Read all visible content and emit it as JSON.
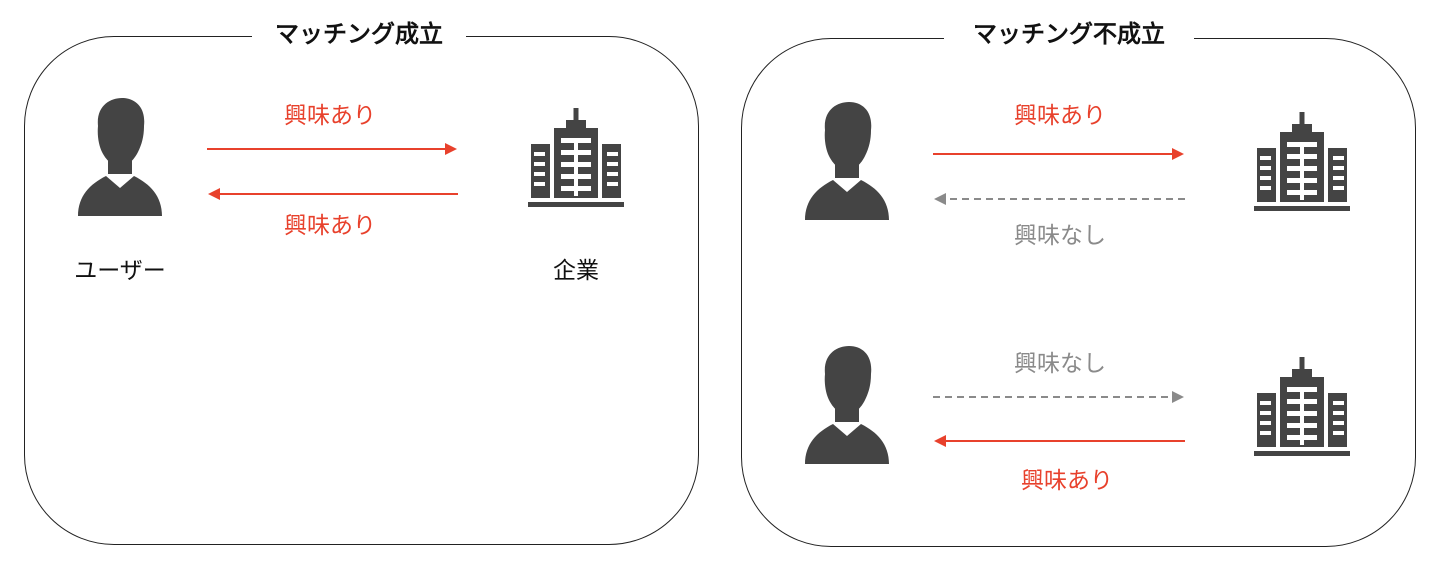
{
  "colors": {
    "interest": "#e8412c",
    "no_interest": "#8a8a8a",
    "icon": "#444444",
    "border": "#222222"
  },
  "left_panel": {
    "title": "マッチング成立",
    "user_label": "ユーザー",
    "company_label": "企業",
    "top_arrow_label": "興味あり",
    "bottom_arrow_label": "興味あり"
  },
  "right_panel": {
    "title": "マッチング不成立",
    "case1": {
      "top_arrow_label": "興味あり",
      "bottom_arrow_label": "興味なし"
    },
    "case2": {
      "top_arrow_label": "興味なし",
      "bottom_arrow_label": "興味あり"
    }
  },
  "icons": {
    "user": "person-icon",
    "company": "office-building-icon"
  }
}
